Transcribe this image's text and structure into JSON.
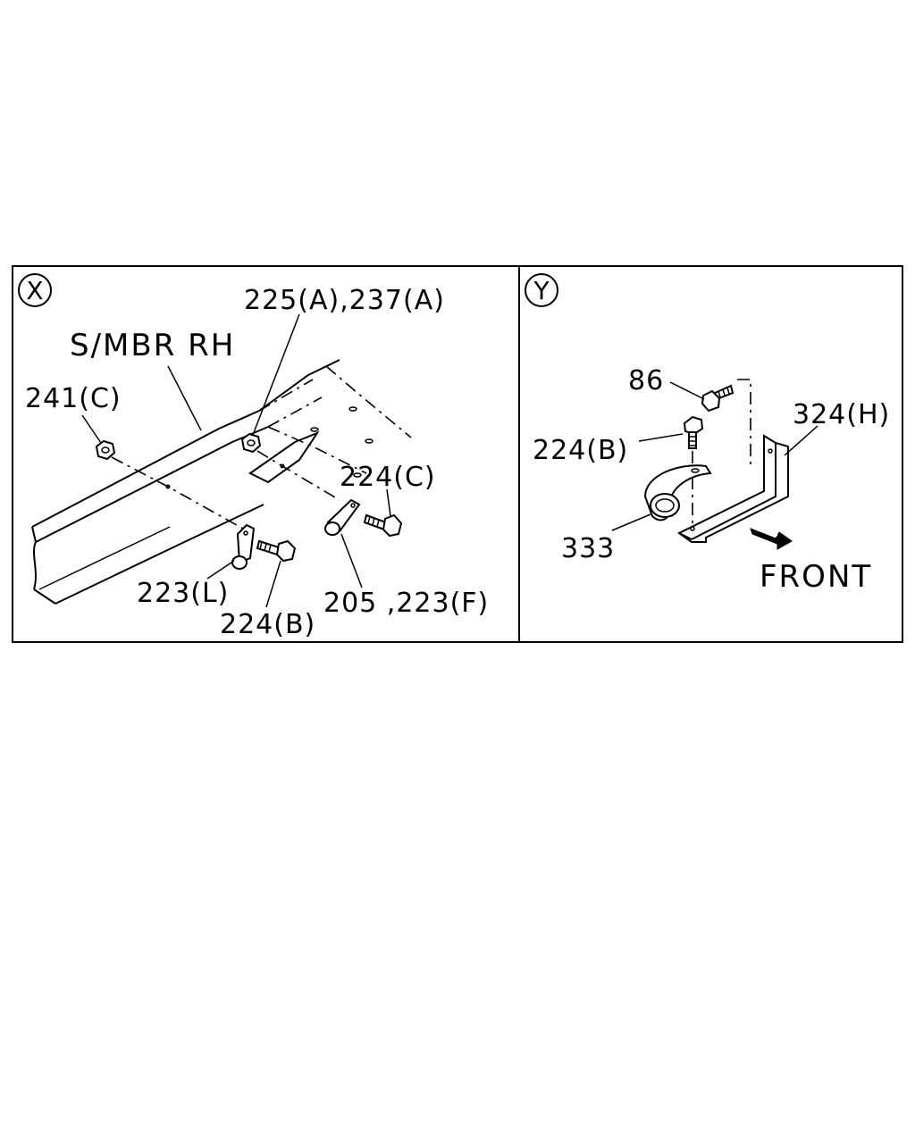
{
  "panels": [
    {
      "id": "X",
      "callout_letter": "X",
      "labels": {
        "member": "S/MBR RH",
        "nut_left": "241(C)",
        "nut_top": "225(A),237(A)",
        "bolt_right": "224(C)",
        "bracket_left": "223(L)",
        "bolt_bottom": "224(B)",
        "bracket_right": "205 ,223(F)"
      }
    },
    {
      "id": "Y",
      "callout_letter": "Y",
      "labels": {
        "bolt_top": "86",
        "bolt_mid": "224(B)",
        "bracket": "324(H)",
        "clip": "333",
        "direction": "FRONT"
      }
    }
  ],
  "colors": {
    "line": "#000000",
    "background": "#ffffff"
  }
}
